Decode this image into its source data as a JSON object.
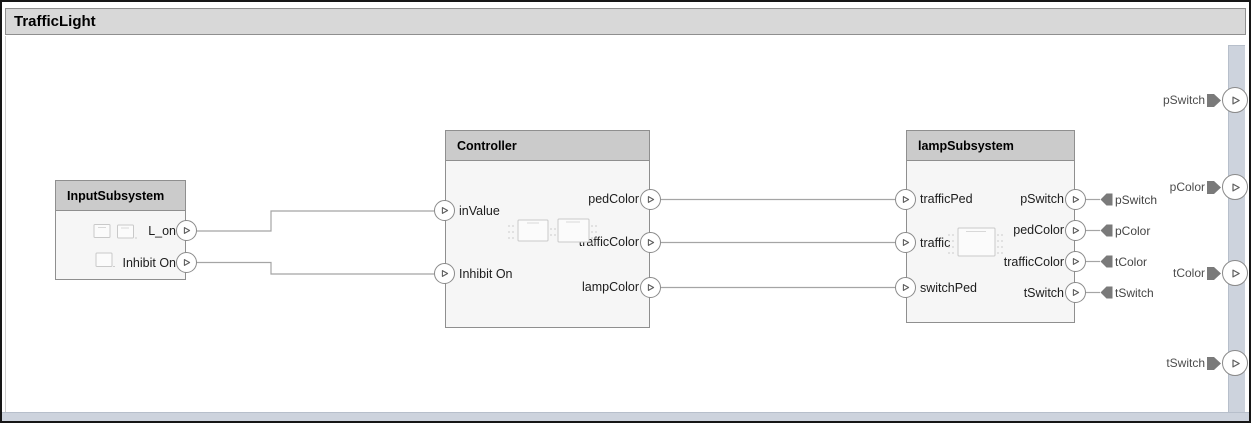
{
  "title": "TrafficLight",
  "blocks": {
    "input_subsystem": {
      "name": "InputSubsystem",
      "outputs": [
        {
          "label": "L_on"
        },
        {
          "label": "Inhibit On"
        }
      ]
    },
    "controller": {
      "name": "Controller",
      "inputs": [
        {
          "label": "inValue"
        },
        {
          "label": "Inhibit On"
        }
      ],
      "outputs": [
        {
          "label": "pedColor"
        },
        {
          "label": "trafficColor"
        },
        {
          "label": "lampColor"
        }
      ]
    },
    "lamp_subsystem": {
      "name": "lampSubsystem",
      "inputs": [
        {
          "label": "trafficPed"
        },
        {
          "label": "traffic"
        },
        {
          "label": "switchPed"
        }
      ],
      "outputs": [
        {
          "label": "pSwitch"
        },
        {
          "label": "pedColor"
        },
        {
          "label": "trafficColor"
        },
        {
          "label": "tSwitch"
        }
      ]
    }
  },
  "signal_tags": [
    {
      "label": "pSwitch"
    },
    {
      "label": "pColor"
    },
    {
      "label": "tColor"
    },
    {
      "label": "tSwitch"
    }
  ],
  "boundary_outports": [
    {
      "label": "pSwitch"
    },
    {
      "label": "pColor"
    },
    {
      "label": "tColor"
    },
    {
      "label": "tSwitch"
    }
  ],
  "connections": [
    {
      "from": "InputSubsystem.L_on",
      "to": "Controller.inValue"
    },
    {
      "from": "InputSubsystem.Inhibit On",
      "to": "Controller.Inhibit On"
    },
    {
      "from": "Controller.pedColor",
      "to": "lampSubsystem.trafficPed"
    },
    {
      "from": "Controller.trafficColor",
      "to": "lampSubsystem.traffic"
    },
    {
      "from": "Controller.lampColor",
      "to": "lampSubsystem.switchPed"
    },
    {
      "from": "lampSubsystem.pSwitch",
      "to": "pSwitch"
    },
    {
      "from": "lampSubsystem.pedColor",
      "to": "pColor"
    },
    {
      "from": "lampSubsystem.trafficColor",
      "to": "tColor"
    },
    {
      "from": "lampSubsystem.tSwitch",
      "to": "tSwitch"
    }
  ],
  "colors": {
    "title_bar": "#d8d8d8",
    "block_header": "#cbcbcb",
    "block_body": "#f6f6f6",
    "block_border": "#8f8f8f",
    "wire": "#a5a5a5",
    "tag_arrow": "#7a7a7a",
    "canvas_edge": "#cdd3dd",
    "port_outline": "#8a8a8a"
  }
}
